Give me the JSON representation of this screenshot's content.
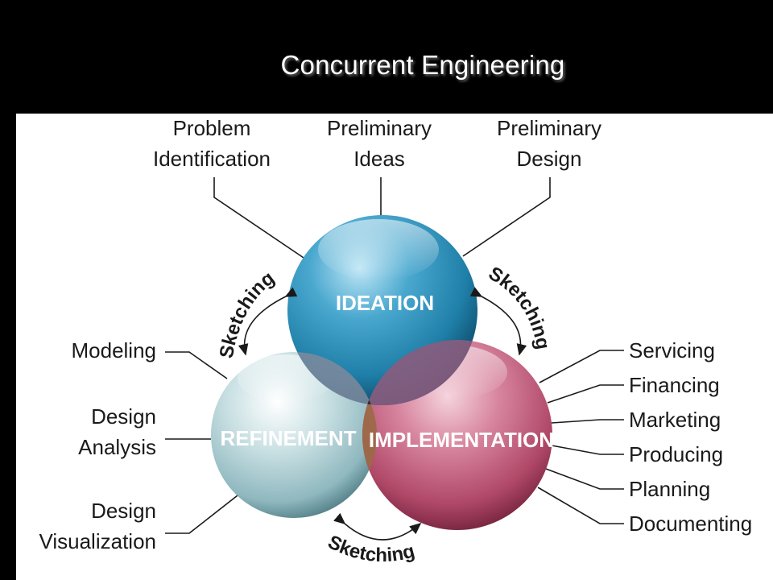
{
  "title": "Concurrent Engineering",
  "circles": {
    "ideation": "IDEATION",
    "refinement": "REFINEMENT",
    "implementation": "IMPLEMENTATION"
  },
  "top_labels": [
    {
      "line1": "Problem",
      "line2": "Identification"
    },
    {
      "line1": "Preliminary",
      "line2": "Ideas"
    },
    {
      "line1": "Preliminary",
      "line2": "Design"
    }
  ],
  "left_labels": {
    "modeling": "Modeling",
    "design_analysis": {
      "line1": "Design",
      "line2": "Analysis"
    },
    "design_visualization": {
      "line1": "Design",
      "line2": "Visualization"
    }
  },
  "right_labels": [
    "Servicing",
    "Financing",
    "Marketing",
    "Producing",
    "Planning",
    "Documenting"
  ],
  "arrow_label": "Sketching",
  "colors": {
    "ideation": "#1f7fa8",
    "refinement": "#a9cbd0",
    "implementation": "#b04868",
    "background": "#000000",
    "panel": "#ffffff"
  }
}
